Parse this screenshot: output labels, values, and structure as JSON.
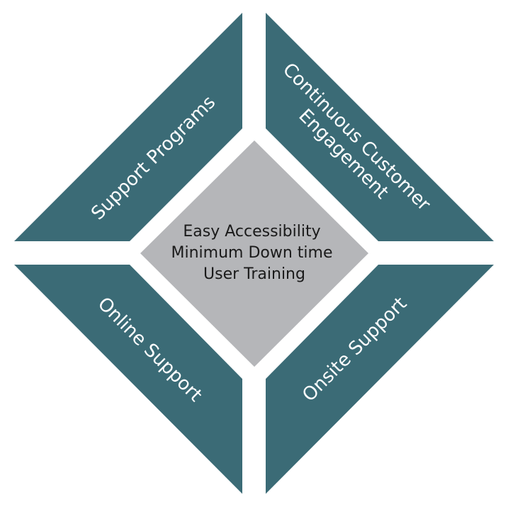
{
  "colors": {
    "quadrant_fill": "#3b6b76",
    "center_fill": "#b5b6b9",
    "text_light": "#ffffff",
    "text_dark": "#1a1a1a"
  },
  "quadrants": {
    "top_left": {
      "lines": [
        "Support Programs"
      ]
    },
    "top_right": {
      "lines": [
        "Continuous Customer",
        "Engagement"
      ]
    },
    "bottom_left": {
      "lines": [
        "Online Support"
      ]
    },
    "bottom_right": {
      "lines": [
        "Onsite Support"
      ]
    }
  },
  "center": {
    "lines": [
      "Easy Accessibility",
      "Minimum Down time",
      "User Training"
    ]
  }
}
